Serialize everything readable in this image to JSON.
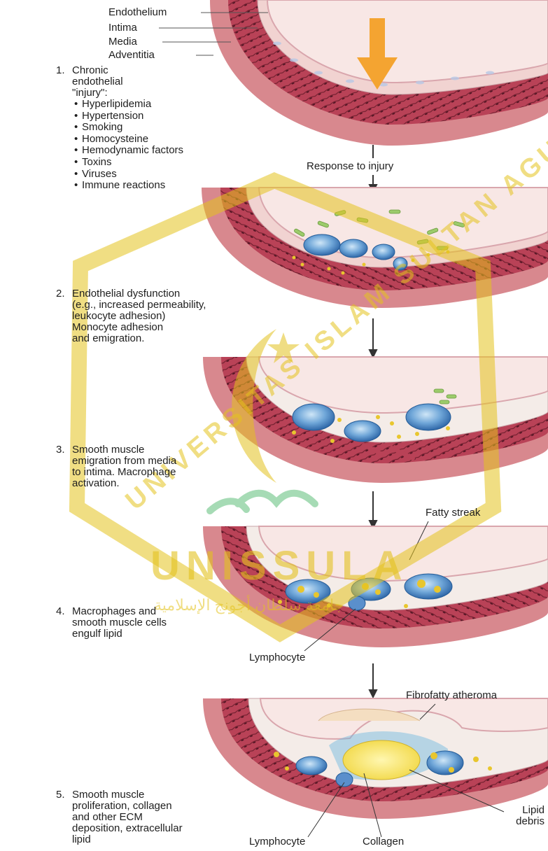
{
  "layer_labels": {
    "endothelium": "Endothelium",
    "intima": "Intima",
    "media": "Media",
    "adventitia": "Adventitia"
  },
  "steps": [
    {
      "number": "1.",
      "lines": [
        "Chronic",
        "endothelial",
        "\"injury\":"
      ],
      "bullets": [
        "Hyperlipidemia",
        "Hypertension",
        "Smoking",
        "Homocysteine",
        "Hemodynamic factors",
        "Toxins",
        "Viruses",
        "Immune reactions"
      ]
    },
    {
      "number": "2.",
      "lines": [
        "Endothelial dysfunction",
        "(e.g., increased permeability,",
        "leukocyte adhesion)",
        "Monocyte adhesion",
        "and emigration."
      ]
    },
    {
      "number": "3.",
      "lines": [
        "Smooth muscle",
        "emigration from media",
        "to intima.  Macrophage",
        "activation."
      ]
    },
    {
      "number": "4.",
      "lines": [
        "Macrophages and",
        "smooth muscle cells",
        "engulf lipid"
      ]
    },
    {
      "number": "5.",
      "lines": [
        "Smooth muscle",
        "proliferation, collagen",
        "and other ECM",
        "deposition, extracellular",
        "lipid"
      ]
    }
  ],
  "arrow_labels": {
    "response_to_injury": "Response to injury"
  },
  "annotations": {
    "fatty_streak": "Fatty streak",
    "lymphocyte_4": "Lymphocyte",
    "fibrofatty_atheroma": "Fibrofatty atheroma",
    "lipid_debris_1": "Lipid",
    "lipid_debris_2": "debris",
    "lymphocyte_5": "Lymphocyte",
    "collagen": "Collagen"
  },
  "watermark": {
    "emblem_text_top": "UNIVERSITAS ISLAM SULTAN AGUNG",
    "emblem_text_bottom": "UNISSULA",
    "emblem_arabic": "جامعة سلطان أجونج الإسلامية"
  },
  "colors": {
    "adventitia": "#d8888e",
    "media": "#b94257",
    "media_dark": "#6b1d2c",
    "intima": "#f1d3d1",
    "lumen": "#f8e7e5",
    "arrow": "#f4a431",
    "macrophage": "#4c86c4",
    "lipid": "#e8c62e",
    "watermark": "#e3c21e"
  }
}
